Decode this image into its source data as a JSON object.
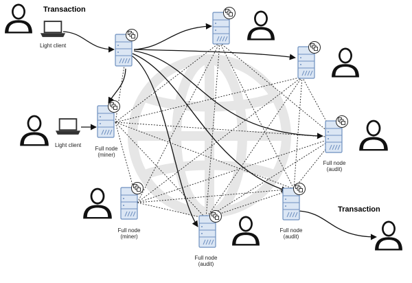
{
  "titles": {
    "top": "Transaction",
    "bottom": "Transaction"
  },
  "labels": {
    "light_client_top": "Light client",
    "light_client_left": "Light client",
    "node_left_miner_1": "Full node",
    "node_left_miner_2": "(miner)",
    "node_bl_miner_1": "Full node",
    "node_bl_miner_2": "(miner)",
    "node_bottom_audit_1": "Full node",
    "node_bottom_audit_2": "(audit)",
    "node_br_audit_1": "Full node",
    "node_br_audit_2": "(audit)",
    "node_right_audit_1": "Full node",
    "node_right_audit_2": "(audit)"
  },
  "icons": {
    "user": "person-icon",
    "laptop": "laptop-icon",
    "server": "server-icon",
    "ledger": "blockchain-icon",
    "watermark": "globe-icon"
  },
  "colors": {
    "server_fill": "#dbe6f4",
    "server_stroke": "#6d8fbf",
    "person": "#111111",
    "watermark": "#e6e6e6"
  }
}
